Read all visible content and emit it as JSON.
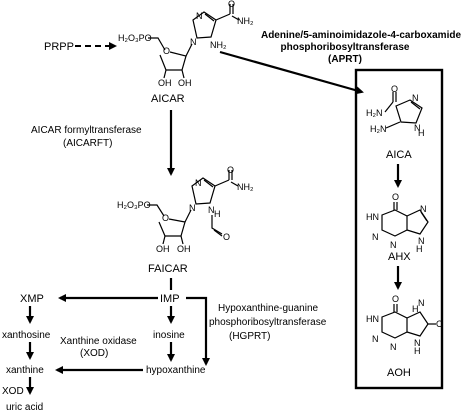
{
  "labels": {
    "prpp": "PRPP",
    "aicar": "AICAR",
    "aicarft": "AICAR formyltransferase",
    "aicarft_abbr": "(AICARFT)",
    "faicar": "FAICAR",
    "imp": "IMP",
    "xmp": "XMP",
    "xanthosine": "xanthosine",
    "xanthine": "xanthine",
    "uric_acid": "uric acid",
    "xod_prefix": "XOD",
    "xod_enzyme": "Xanthine oxidase",
    "xod_abbr": "(XOD)",
    "inosine": "inosine",
    "hypoxanthine": "hypoxanthine",
    "hgprt_line1": "Hypoxanthine-guanine",
    "hgprt_line2": "phosphoribosyltransferase",
    "hgprt_abbr": "(HGPRT)",
    "aprt_line1": "Adenine/5-aminoimidazole-4-carboxamide",
    "aprt_line2": "phosphoribosyltransferase",
    "aprt_abbr": "(APRT)",
    "aica": "AICA",
    "ahx": "AHX",
    "aoh": "AOH"
  },
  "atoms": {
    "h2o3po": "H₂O₃PO",
    "nh2": "NH₂",
    "h2n": "H₂N",
    "oh": "OH",
    "o": "O",
    "n": "N",
    "hn": "HN",
    "h": "H"
  }
}
